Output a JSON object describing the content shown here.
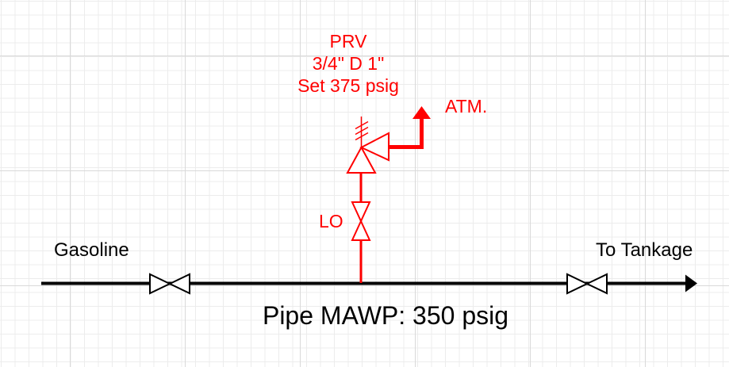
{
  "colors": {
    "background": "#ffffff",
    "grid_minor": "#ececec",
    "grid_major": "#d9d9d9",
    "line_black": "#000000",
    "line_red": "#ff0000"
  },
  "labels": {
    "source": "Gasoline",
    "destination": "To Tankage",
    "pipe_rating": "Pipe MAWP: 350 psig",
    "prv_tag": "PRV",
    "prv_size": "3/4\" D 1\"",
    "prv_set_pressure": "Set 375 psig",
    "isolation_valve_note": "LO",
    "vent_destination": "ATM."
  }
}
